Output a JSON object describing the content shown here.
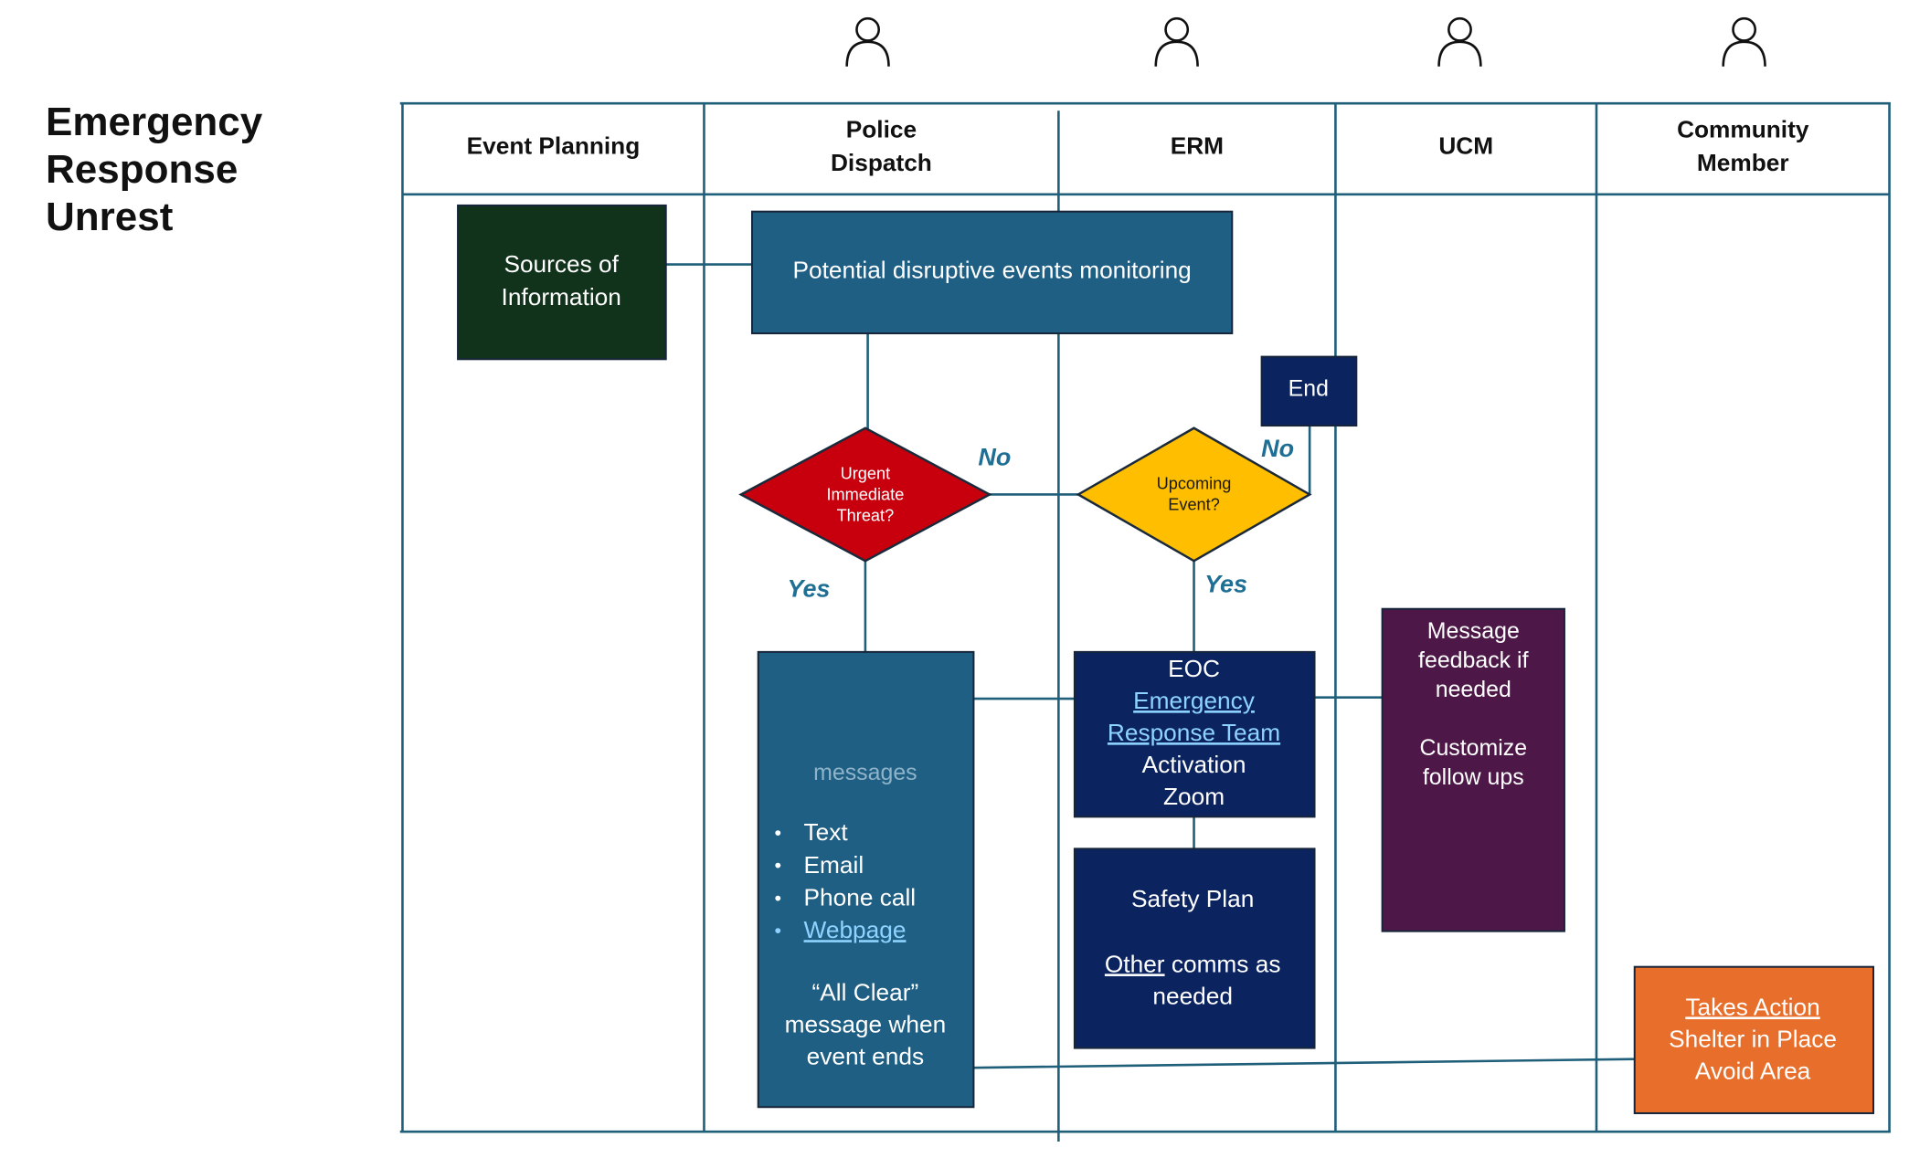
{
  "title": {
    "line1": "Emergency",
    "line2": "Response",
    "line3": "Unrest"
  },
  "lanes": [
    {
      "lines": [
        "Event Planning"
      ],
      "has_icon": false
    },
    {
      "lines": [
        "Police",
        "Dispatch"
      ],
      "has_icon": true
    },
    {
      "lines": [
        "ERM"
      ],
      "has_icon": true
    },
    {
      "lines": [
        "UCM"
      ],
      "has_icon": true
    },
    {
      "lines": [
        "Community",
        "Member"
      ],
      "has_icon": true
    }
  ],
  "nodes": {
    "sources": {
      "lines": [
        "Sources of",
        "Information"
      ],
      "fill": "#11331c"
    },
    "monitoring": {
      "lines": [
        "Potential disruptive events monitoring"
      ],
      "fill": "#1f5f83"
    },
    "end": {
      "lines": [
        "End"
      ],
      "fill": "#0b2460"
    },
    "urgent": {
      "lines": [
        "Urgent",
        "Immediate",
        "Threat?"
      ],
      "fill": "#c8000e"
    },
    "upcoming": {
      "lines": [
        "Upcoming",
        "Event?"
      ],
      "fill": "#ffbe00"
    },
    "messages": {
      "heading": "messages",
      "bullets": [
        {
          "text": "Text",
          "link": false
        },
        {
          "text": "Email",
          "link": false
        },
        {
          "text": "Phone call",
          "link": false
        },
        {
          "text": "Webpage",
          "link": true
        }
      ],
      "closing": [
        "“All Clear”",
        "message when",
        "event ends"
      ],
      "fill": "#1f5f83"
    },
    "eoc": {
      "lines": [
        {
          "text": "EOC",
          "link": false
        },
        {
          "text": "Emergency",
          "link": true
        },
        {
          "text": "Response Team",
          "link": true
        },
        {
          "text": "Activation",
          "link": false
        },
        {
          "text": "Zoom",
          "link": false
        }
      ],
      "fill": "#0b2460"
    },
    "safety": {
      "line1": "Safety Plan",
      "line2_link": "Other",
      "line2_rest": " comms as",
      "line3": "needed",
      "fill": "#0b2460"
    },
    "feedback": {
      "lines": [
        "Message",
        "feedback if",
        "needed",
        "",
        "Customize",
        "follow ups"
      ],
      "fill": "#4d1848"
    },
    "takes_action": {
      "lines": [
        "Takes Action",
        "Shelter in Place",
        "Avoid Area"
      ],
      "fill": "#e76f2b"
    }
  },
  "edge_labels": {
    "urgent_no": "No",
    "urgent_yes": "Yes",
    "upcoming_no": "No",
    "upcoming_yes": "Yes"
  },
  "colors": {
    "lane_line": "#1f5f7a",
    "edge_label": "#1f6f95",
    "link_text": "#8ed3ff"
  }
}
